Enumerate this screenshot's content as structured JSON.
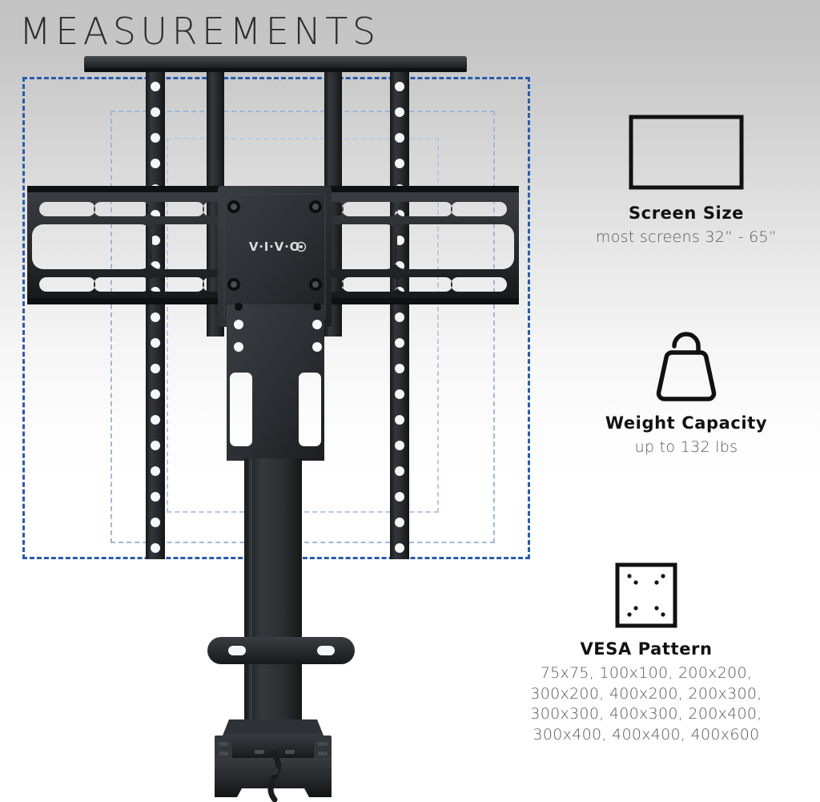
{
  "page": {
    "title": "MEASUREMENTS",
    "background_top": "#c2c2c2",
    "background_bottom": "#ffffff",
    "guide_color_outer": "#2a5cab",
    "guide_color_inner": "#9db8da"
  },
  "product": {
    "brand_logo": "V·I·V·O",
    "body_color": "#2b2d30",
    "body_color_dark": "#1b1d20",
    "type": "tv-lift-mount-stand"
  },
  "features": [
    {
      "icon": "screen-rectangle-icon",
      "title": "Screen Size",
      "subtitle": "most screens 32” - 65”"
    },
    {
      "icon": "weight-icon",
      "title": "Weight Capacity",
      "subtitle": "up to 132 lbs"
    },
    {
      "icon": "vesa-pattern-icon",
      "title": "VESA Pattern",
      "vesa_lines": [
        "75x75, 100x100, 200x200,",
        "300x200, 400x200, 200x300,",
        "300x300, 400x300, 200x400,",
        "300x400, 400x400, 400x600"
      ]
    }
  ]
}
